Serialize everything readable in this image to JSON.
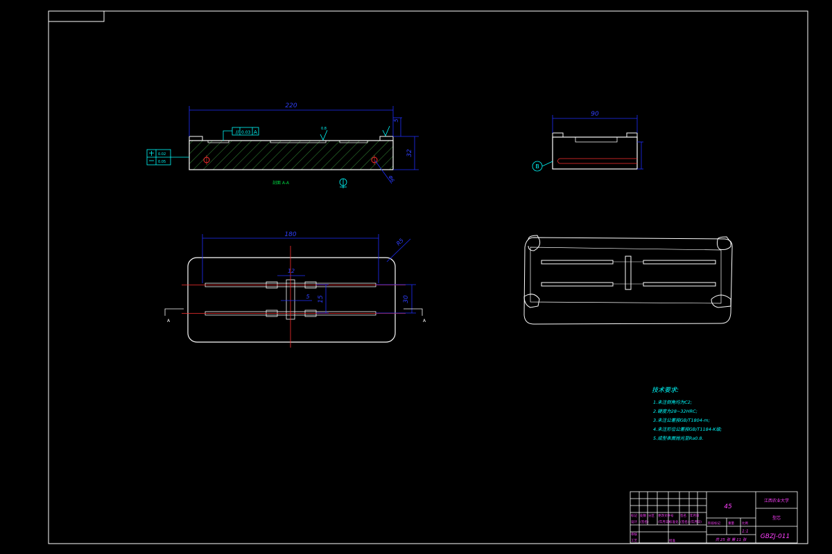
{
  "drawing": {
    "material": "45",
    "school": "江西农业大学",
    "part_name": "型芯",
    "drawing_number": "GBZJ-011",
    "scale": "1:1",
    "sheet_info": "共 25 张 第 11 张",
    "section_label": "剖面 A-A",
    "view_label": "B",
    "cut_mark_left": "A",
    "cut_mark_right": "A"
  },
  "dimensions": {
    "front_length": "220",
    "front_height": "32",
    "front_step": "5",
    "front_hole": "Φ6",
    "side_width": "90",
    "plan_length": "180",
    "plan_radius": "R5",
    "plan_spacing": "30",
    "plan_branch": "15",
    "plan_center": "5",
    "plan_gap": "12"
  },
  "tolerance": {
    "flatness": "0.02",
    "perpendicularity": "0.05",
    "parallelism_symbol": "//",
    "parallelism_value": "0.03",
    "datum": "A",
    "roughness": "0.8"
  },
  "tech_requirements": {
    "title": "技术要求:",
    "items": [
      "1.未注倒角均为C2;",
      "2.硬度为28~32HRC;",
      "3.未注公差按GB/T1804-m;",
      "4.未注形位公差按GB/T1184-K级;",
      "5.成型表面抛光至Ra0.8."
    ]
  },
  "title_block": {
    "row1": [
      "标记",
      "处数",
      "分区",
      "更改文件号",
      "签名",
      "年月日"
    ],
    "row2": [
      "设计",
      "(签名)",
      "(年月日)",
      "标准化",
      "(签名)",
      "(年月日)"
    ],
    "row3": [
      "审核"
    ],
    "row4": [
      "工艺",
      "批准"
    ],
    "stage": "阶段标记",
    "weight": "重量",
    "ratio": "比例"
  },
  "colors": {
    "outline": "#ffffff",
    "dimension": "#1010ff",
    "centerline": "#ff2020",
    "hatch": "#3a8a3a",
    "annotation": "#00ffff",
    "titleblock_text": "#ff40ff"
  }
}
